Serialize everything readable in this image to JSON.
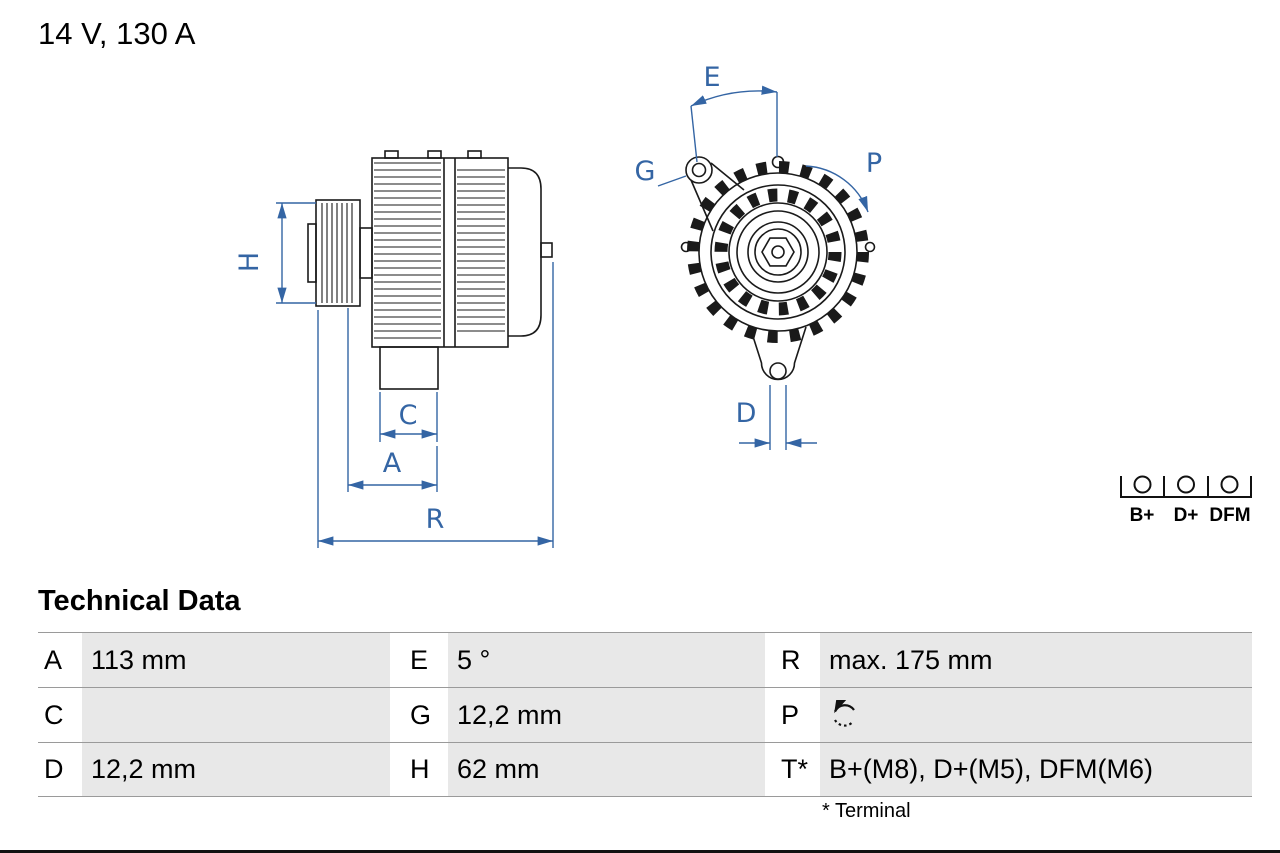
{
  "header": {
    "title": "14 V, 130 A"
  },
  "drawing": {
    "labels": {
      "H": "H",
      "C": "C",
      "A": "A",
      "R": "R",
      "E": "E",
      "G": "G",
      "P": "P",
      "D": "D"
    }
  },
  "terminal_block": {
    "labels": [
      "B+",
      "D+",
      "DFM"
    ]
  },
  "technical_data": {
    "heading": "Technical Data",
    "rows": [
      {
        "cells": [
          {
            "key": "A",
            "value": "113 mm"
          },
          {
            "key": "E",
            "value": "5 °"
          },
          {
            "key": "R",
            "value": "max. 175 mm"
          }
        ]
      },
      {
        "cells": [
          {
            "key": "C",
            "value": ""
          },
          {
            "key": "G",
            "value": "12,2 mm"
          },
          {
            "key": "P",
            "value": ""
          }
        ]
      },
      {
        "cells": [
          {
            "key": "D",
            "value": "12,2 mm"
          },
          {
            "key": "H",
            "value": "62 mm"
          },
          {
            "key": "T*",
            "value": "B+(M8), D+(M5), DFM(M6)"
          }
        ]
      }
    ],
    "footnote": "* Terminal"
  },
  "icons": {
    "rotation_direction": "rotation-ccw-icon",
    "terminal_strip": "terminal-connectors-icon"
  },
  "colors": {
    "dimension_blue": "#3465a4",
    "line": "#1a1a1a",
    "table_cell_bg": "#e8e8e8"
  }
}
